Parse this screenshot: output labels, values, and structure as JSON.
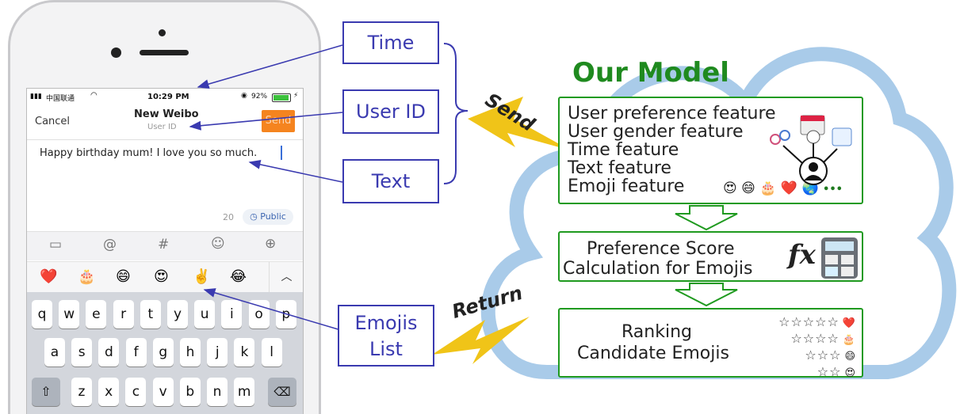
{
  "phone": {
    "status_carrier": "中国联通",
    "status_time": "10:29 PM",
    "status_battery": "92%",
    "cancel_label": "Cancel",
    "title": "New Weibo",
    "subtitle": "User ID",
    "send_label": "Send",
    "text": "Happy birthday mum! I love you so much.",
    "char_count": "20",
    "visibility_label": "Public",
    "keyboard_rows": [
      [
        "q",
        "w",
        "e",
        "r",
        "t",
        "y",
        "u",
        "i",
        "o",
        "p"
      ],
      [
        "a",
        "s",
        "d",
        "f",
        "g",
        "h",
        "j",
        "k",
        "l"
      ],
      [
        "z",
        "x",
        "c",
        "v",
        "b",
        "n",
        "m"
      ]
    ],
    "emoji_row": [
      "❤️",
      "🎂",
      "😄",
      "😍",
      "✌️",
      "😂"
    ]
  },
  "labels": {
    "time": "Time",
    "user_id": "User ID",
    "text": "Text",
    "emojis_line1": "Emojis",
    "emojis_line2": "List"
  },
  "arrows": {
    "send": "Send",
    "return": "Return"
  },
  "model": {
    "title": "Our Model",
    "features": [
      "User preference feature",
      "User gender feature",
      "Time feature",
      "Text feature",
      "Emoji feature"
    ],
    "feature_emojis": [
      "😍",
      "😄",
      "🎂",
      "❤️",
      "🌏",
      "•••"
    ],
    "score_line1": "Preference Score",
    "score_line2": "Calculation for Emojis",
    "fx_label": "fx",
    "ranking_line1": "Ranking",
    "ranking_line2": "Candidate Emojis",
    "ranking_rows": [
      {
        "stars": "☆☆☆☆☆",
        "emoji": "❤️"
      },
      {
        "stars": "☆☆☆☆",
        "emoji": "🎂"
      },
      {
        "stars": "☆☆☆",
        "emoji": "😄"
      },
      {
        "stars": "☆☆",
        "emoji": "😍"
      }
    ]
  },
  "colors": {
    "label_blue": "#3a3ab0",
    "model_green": "#1f9a1f",
    "cloud_blue": "#a9cbe9",
    "lightning_yellow": "#f0c418",
    "send_orange": "#f5841f"
  }
}
